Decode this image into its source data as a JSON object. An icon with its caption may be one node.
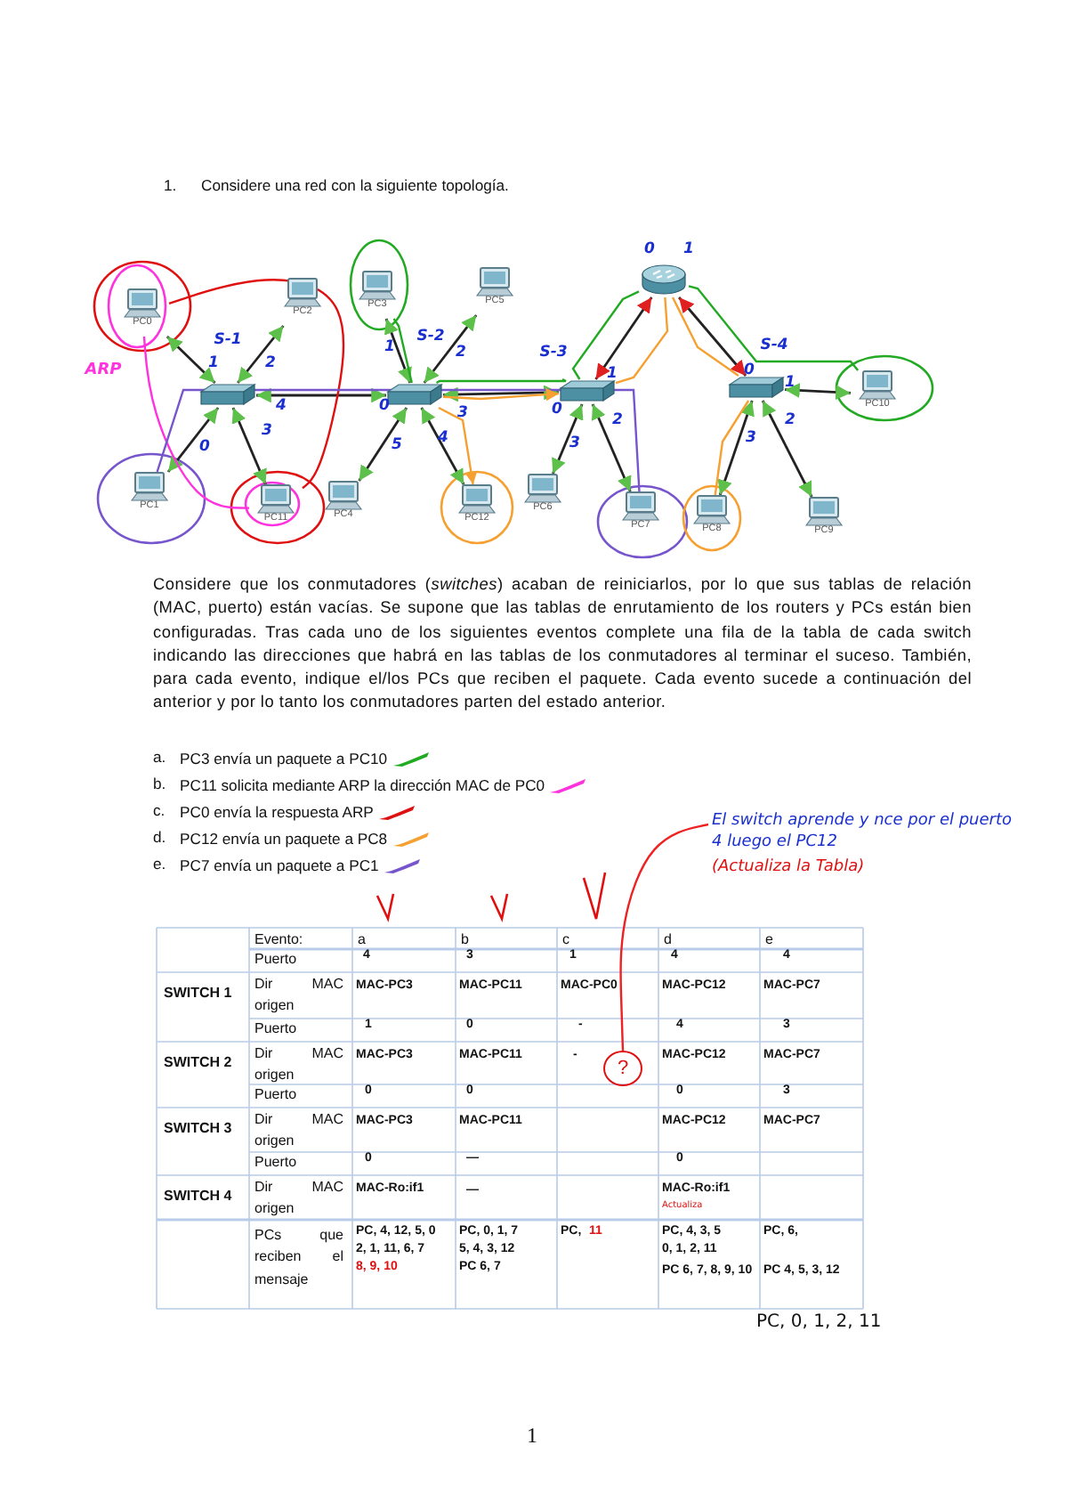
{
  "diagram": {
    "nodes": [
      {
        "text": [
          "PC0"
        ]
      },
      {
        "text": [
          "PC2"
        ]
      },
      {
        "text": [
          "PC3"
        ]
      },
      {
        "text": [
          "PC5"
        ]
      },
      {
        "text": [],
        "shape": "router"
      },
      {
        "text": [],
        "shape": "switch"
      },
      {
        "text": [],
        "shape": "switch"
      },
      {
        "text": [],
        "shape": "switch"
      },
      {
        "text": [],
        "shape": "switch"
      },
      {
        "text": [
          "PC10"
        ]
      },
      {
        "text": [
          "PC1"
        ]
      },
      {
        "text": [
          "PC11"
        ]
      },
      {
        "text": [
          "PC4"
        ]
      },
      {
        "text": [
          "PC12"
        ]
      },
      {
        "text": [
          "PC6"
        ]
      },
      {
        "text": [
          "PC7"
        ]
      },
      {
        "text": [
          "PC8"
        ]
      },
      {
        "text": [
          "PC9"
        ]
      },
      {
        "text": [
          "El switch aprende y nce por el puerto 4 luego el PC12",
          "(Actualiza la Tabla)"
        ]
      },
      {
        "text": [
          "?"
        ]
      }
    ],
    "edges": [
      {
        "from": 5,
        "to": 0,
        "arrow": "both"
      },
      {
        "from": 5,
        "to": 1,
        "arrow": "both"
      },
      {
        "from": 5,
        "to": 10,
        "arrow": "both"
      },
      {
        "from": 5,
        "to": 11,
        "arrow": "both"
      },
      {
        "from": 5,
        "to": 6,
        "arrow": "both"
      },
      {
        "from": 6,
        "to": 2,
        "arrow": "both"
      },
      {
        "from": 6,
        "to": 3,
        "arrow": "both"
      },
      {
        "from": 6,
        "to": 12,
        "arrow": "both"
      },
      {
        "from": 6,
        "to": 13,
        "arrow": "both"
      },
      {
        "from": 6,
        "to": 7,
        "arrow": "both"
      },
      {
        "from": 7,
        "to": 4,
        "arrow": "both"
      },
      {
        "from": 7,
        "to": 14,
        "arrow": "both"
      },
      {
        "from": 7,
        "to": 15,
        "arrow": "both"
      },
      {
        "from": 4,
        "to": 8,
        "arrow": "both"
      },
      {
        "from": 8,
        "to": 9,
        "arrow": "both"
      },
      {
        "from": 8,
        "to": 16,
        "arrow": "both"
      },
      {
        "from": 8,
        "to": 17,
        "arrow": "both"
      },
      {
        "from": 18,
        "to": 19,
        "arrow": "none",
        "color": "#ee2222"
      },
      {
        "from": 0,
        "to": 11,
        "arrow": "none",
        "color": "#e01010"
      },
      {
        "from": 0,
        "to": 11,
        "arrow": "none",
        "color": "#ff33dd"
      },
      {
        "from": 2,
        "to": 6,
        "arrow": "none",
        "color": "#22aa22"
      },
      {
        "from": 6,
        "to": 7,
        "arrow": "none",
        "color": "#22aa22"
      },
      {
        "from": 7,
        "to": 4,
        "arrow": "none",
        "color": "#22aa22"
      },
      {
        "from": 4,
        "to": 9,
        "arrow": "none",
        "color": "#22aa22"
      },
      {
        "from": 10,
        "to": 15,
        "arrow": "none",
        "color": "#7755cc"
      },
      {
        "from": 6,
        "to": 7,
        "arrow": "to",
        "color": "#f5a030"
      },
      {
        "from": 6,
        "to": 13,
        "arrow": "to",
        "color": "#f5a030"
      },
      {
        "from": 7,
        "to": 4,
        "arrow": "none",
        "color": "#f5a030"
      },
      {
        "from": 4,
        "to": 8,
        "arrow": "none",
        "color": "#f5a030"
      },
      {
        "from": 8,
        "to": 16,
        "arrow": "none",
        "color": "#f5a030"
      }
    ],
    "labels": [
      "1.",
      "Considere una red con la siguiente topología.",
      "S-1",
      "S-2",
      "S-3",
      "S-4",
      "ARP",
      "1",
      "2",
      "4",
      "0",
      "3",
      "1",
      "2",
      "0",
      "3",
      "4",
      "5",
      "1",
      "0",
      "3",
      "2",
      "0",
      "1",
      "0",
      "1",
      "3",
      "2",
      "Considere que los conmutadores (*switches*) acaban de reiniciarlos, por lo que sus tablas de relación (MAC, puerto) están vacías. Se supone que las tablas de enrutamiento de los routers y PCs están bien configuradas. Tras cada uno de los siguientes eventos complete una fila de la tabla de cada switch indicando las direcciones que habrá en las tablas de los conmutadores al terminar el suceso. También, para cada evento, indique el/los PCs que reciben el paquete. Cada evento sucede a continuación del anterior y por lo tanto los conmutadores parten del estado anterior.",
      "a.",
      "b.",
      "c.",
      "d.",
      "e.",
      "Evento:",
      "a",
      "b",
      "c",
      "d",
      "e",
      "SWITCH 1",
      "Puerto",
      "4",
      "3",
      "1",
      "4",
      "4",
      "Dir MAC origen",
      "MAC-PC3",
      "MAC-PC11",
      "MAC-PC0",
      "MAC-PC12",
      "MAC-PC7",
      "SWITCH 2",
      "Puerto",
      "1",
      "0",
      "-",
      "4",
      "3",
      "Dir MAC origen",
      "MAC-PC3",
      "MAC-PC11",
      "-",
      "MAC-PC12",
      "MAC-PC7",
      "SWITCH 3",
      "Puerto",
      "0",
      "0",
      "0",
      "3",
      "Dir MAC origen",
      "MAC-PC3",
      "MAC-PC11",
      "MAC-PC12",
      "MAC-PC7",
      "SWITCH 4",
      "Puerto",
      "0",
      "—",
      "0",
      "Dir MAC origen",
      "MAC-Ro:if1",
      "—",
      "MAC-Ro:if1",
      "Actualiza",
      "PCs que reciben el mensaje",
      "PC, 4, 12, 5, 0",
      "2, 1, 11, 6, 7",
      "8, 9, 10",
      "PC, 0, 1, 7",
      "5, 4, 3, 12",
      "PC 6, 7",
      "PC,",
      "11",
      "PC, 4, 3, 5",
      "0, 1, 2, 11",
      "PC 6, 7, 8, 9, 10",
      "PC, 6,",
      "PC 4, 5, 3, 12",
      "PC, 0, 1, 2, 11",
      "1"
    ],
    "legend": [
      {
        "text": "PC3 envía un paquete a PC10",
        "color": "#22aa22"
      },
      {
        "text": "PC11 solicita mediante ARP la dirección MAC de PC0",
        "color": "#ff33dd"
      },
      {
        "text": "PC0 envía la respuesta ARP",
        "color": "#dd1111"
      },
      {
        "text": "PC12 envía un paquete a PC8",
        "color": "#f5a030"
      },
      {
        "text": "PC7 envía un paquete a PC1",
        "color": "#7755cc"
      }
    ]
  }
}
